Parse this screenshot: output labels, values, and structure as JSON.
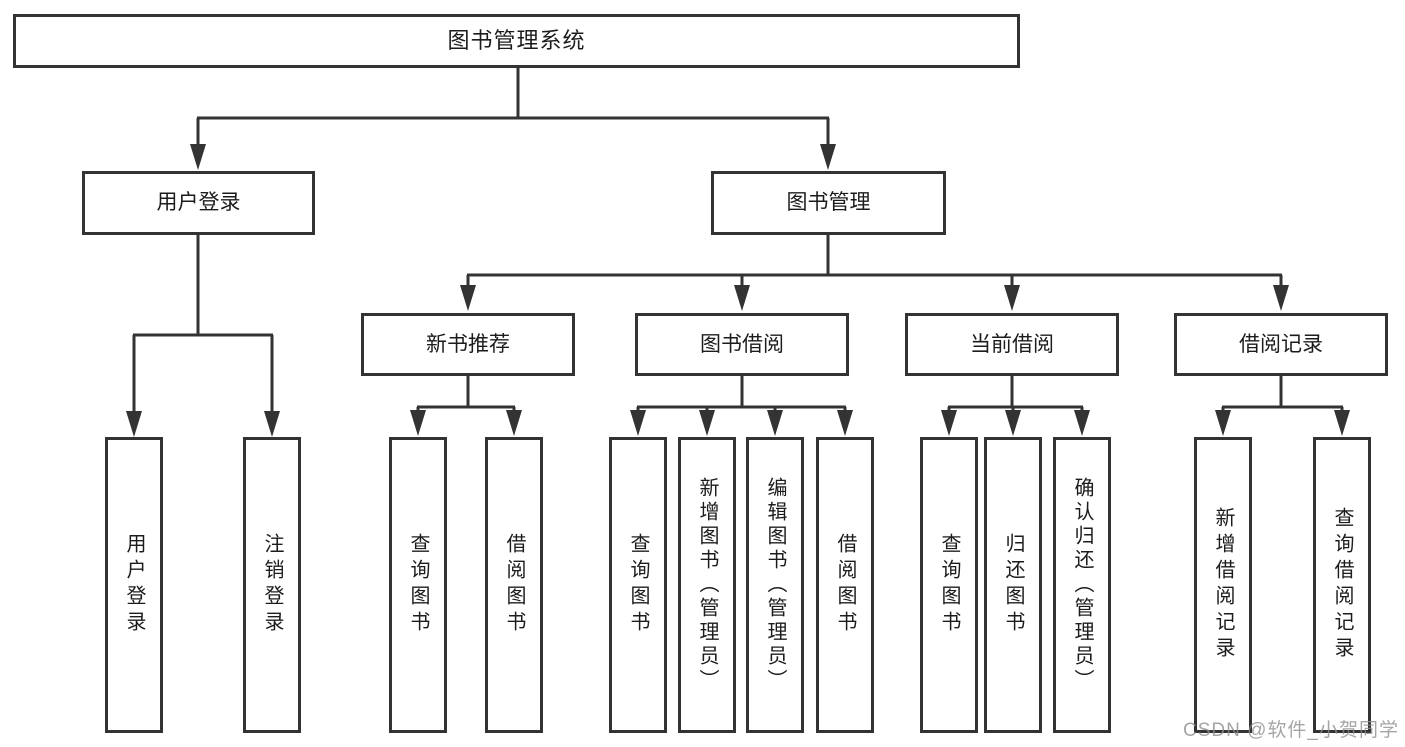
{
  "diagram": {
    "type": "hierarchy-tree",
    "root": {
      "label": "图书管理系统",
      "children": [
        {
          "label": "用户登录",
          "children": [
            {
              "label": "用户登录"
            },
            {
              "label": "注销登录"
            }
          ]
        },
        {
          "label": "图书管理",
          "children": [
            {
              "label": "新书推荐",
              "children": [
                {
                  "label": "查询图书"
                },
                {
                  "label": "借阅图书"
                }
              ]
            },
            {
              "label": "图书借阅",
              "children": [
                {
                  "label": "查询图书"
                },
                {
                  "label": "新增图书（管理员）"
                },
                {
                  "label": "编辑图书（管理员）"
                },
                {
                  "label": "借阅图书"
                }
              ]
            },
            {
              "label": "当前借阅",
              "children": [
                {
                  "label": "查询图书"
                },
                {
                  "label": "归还图书"
                },
                {
                  "label": "确认归还（管理员）"
                }
              ]
            },
            {
              "label": "借阅记录",
              "children": [
                {
                  "label": "新增借阅记录"
                },
                {
                  "label": "查询借阅记录"
                }
              ]
            }
          ]
        }
      ]
    }
  },
  "watermark": "CSDN @软件_小贺同学",
  "colors": {
    "line": "#333333",
    "text": "#1c1c1c",
    "background": "#ffffff",
    "watermark": "#8f8f8f"
  }
}
